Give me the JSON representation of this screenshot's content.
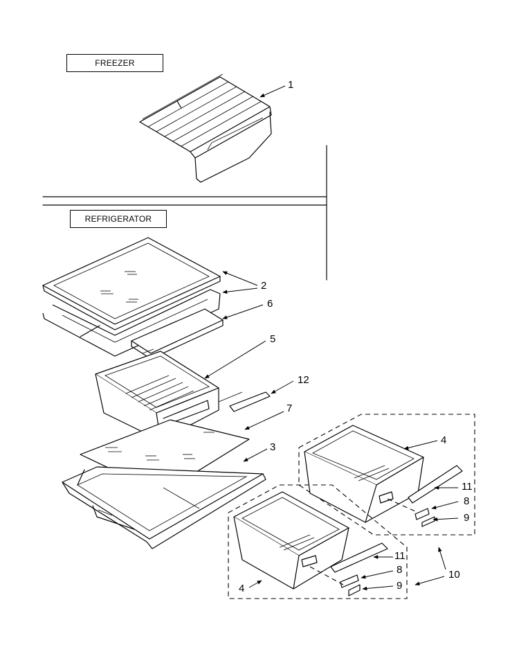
{
  "sections": {
    "freezer": "FREEZER",
    "refrigerator": "REFRIGERATOR"
  },
  "callouts": {
    "c1": "1",
    "c2": "2",
    "c6": "6",
    "c5": "5",
    "c12": "12",
    "c7": "7",
    "c3": "3",
    "c4a": "4",
    "c11a": "11",
    "c8a": "8",
    "c9a": "9",
    "c11b": "11",
    "c8b": "8",
    "c9b": "9",
    "c4b": "4",
    "c10": "10"
  }
}
